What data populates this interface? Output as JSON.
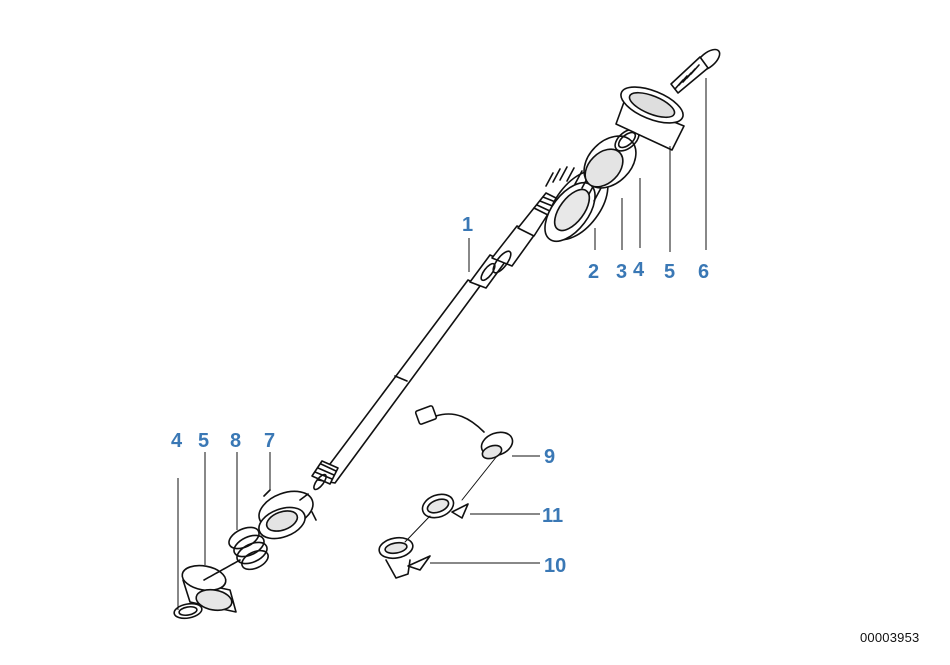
{
  "callouts": {
    "c1": "1",
    "c2": "2",
    "c3": "3",
    "c4a": "4",
    "c5a": "5",
    "c6": "6",
    "c4b": "4",
    "c5b": "5",
    "c8": "8",
    "c7": "7",
    "c9": "9",
    "c11": "11",
    "c10": "10"
  },
  "document_number": "00003953",
  "colors": {
    "callout": "#3a78b5",
    "lines": "#111111"
  }
}
